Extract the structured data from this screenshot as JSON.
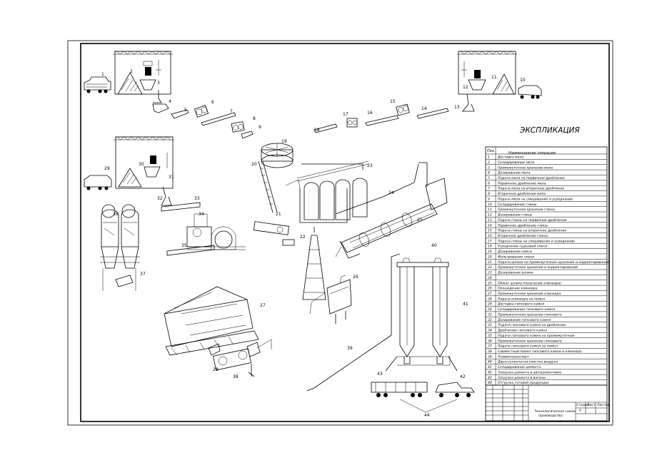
{
  "sheet": {
    "explication_title": "ЭКСПЛИКАЦИЯ",
    "table_header": {
      "pos": "Поз.",
      "name": "Наименование операции"
    },
    "operations": [
      {
        "n": "1",
        "text": "Доставка мела"
      },
      {
        "n": "2",
        "text": "Складирование мела"
      },
      {
        "n": "3",
        "text": "Промежуточное хранение мела"
      },
      {
        "n": "4",
        "text": "Дозирование мела"
      },
      {
        "n": "5",
        "text": "Подача мела на первичное дробление"
      },
      {
        "n": "6",
        "text": "Первичное дробление мела"
      },
      {
        "n": "7",
        "text": "Подача мела на вторичное дробление"
      },
      {
        "n": "8",
        "text": "Вторичное дробление мела"
      },
      {
        "n": "9",
        "text": "Подача мела на смешивание и усреднение"
      },
      {
        "n": "10",
        "text": "Складирование глины"
      },
      {
        "n": "11",
        "text": "Промежуточное хранение глины"
      },
      {
        "n": "12",
        "text": "Дозирование глины"
      },
      {
        "n": "13",
        "text": "Подача глины на первичное дробление"
      },
      {
        "n": "14",
        "text": "Первичное дробление глины"
      },
      {
        "n": "15",
        "text": "Подача глины на вторичное дробление"
      },
      {
        "n": "16",
        "text": "Вторичное дробление глины"
      },
      {
        "n": "17",
        "text": "Подача глины на смешивание и усреднение"
      },
      {
        "n": "18",
        "text": "Усреднение сырьевой смеси"
      },
      {
        "n": "19",
        "text": "Дозирование смеси"
      },
      {
        "n": "20",
        "text": "Фильтрование смеси"
      },
      {
        "n": "21",
        "text": "Подача шлама на промежуточное хранение и корректирование"
      },
      {
        "n": "22",
        "text": "Промежуточное хранение и корректирование"
      },
      {
        "n": "23",
        "text": "Дозирование шлама"
      },
      {
        "n": "24",
        "text": ""
      },
      {
        "n": "25",
        "text": "Обжиг шлама (получение клинкера)"
      },
      {
        "n": "26",
        "text": "Охлаждение клинкера"
      },
      {
        "n": "27",
        "text": "Промежуточное хранение клинкера"
      },
      {
        "n": "28",
        "text": "Подача клинкера на помол"
      },
      {
        "n": "29",
        "text": "Доставка гипсового камня"
      },
      {
        "n": "30",
        "text": "Складирование гипсового камня"
      },
      {
        "n": "31",
        "text": "Промежуточное хранение гипсового"
      },
      {
        "n": "32",
        "text": "Дозирование гипсового камня"
      },
      {
        "n": "33",
        "text": "Подача гипсового камня на дробление"
      },
      {
        "n": "34",
        "text": "Дробление гипсового камня"
      },
      {
        "n": "35",
        "text": "Подача гипсового камня на промежуточное"
      },
      {
        "n": "36",
        "text": "Промежуточное хранение гипсового"
      },
      {
        "n": "37",
        "text": "Подача гипсового камня на помол"
      },
      {
        "n": "38",
        "text": "Совместный помол гипсового камня и клинкера"
      },
      {
        "n": "39",
        "text": "Пневмотранспорт"
      },
      {
        "n": "40",
        "text": "Двухступенчатая очистка воздуха"
      },
      {
        "n": "41",
        "text": "Складирование цемента"
      },
      {
        "n": "42",
        "text": "Загрузка цемента в автоцементовоз"
      },
      {
        "n": "43",
        "text": "Загрузка цемента в вагоны"
      },
      {
        "n": "44",
        "text": "Отгрузка готовой продукции"
      }
    ],
    "stamp": {
      "title_line1": "Технологическая схема",
      "title_line2": "производства",
      "col_stage": "Стадия",
      "col_sheet": "Лист",
      "col_sheets": "Листов",
      "stage_value": "У"
    },
    "numbers": [
      "1",
      "2",
      "3",
      "4",
      "5",
      "6",
      "7",
      "8",
      "9",
      "10",
      "11",
      "12",
      "13",
      "14",
      "15",
      "16",
      "17",
      "18",
      "19",
      "20",
      "21",
      "22",
      "23",
      "24",
      "25",
      "26",
      "27",
      "28",
      "29",
      "30",
      "31",
      "32",
      "33",
      "34",
      "35",
      "36",
      "37",
      "38",
      "39",
      "40",
      "41",
      "42",
      "43",
      "44"
    ]
  }
}
